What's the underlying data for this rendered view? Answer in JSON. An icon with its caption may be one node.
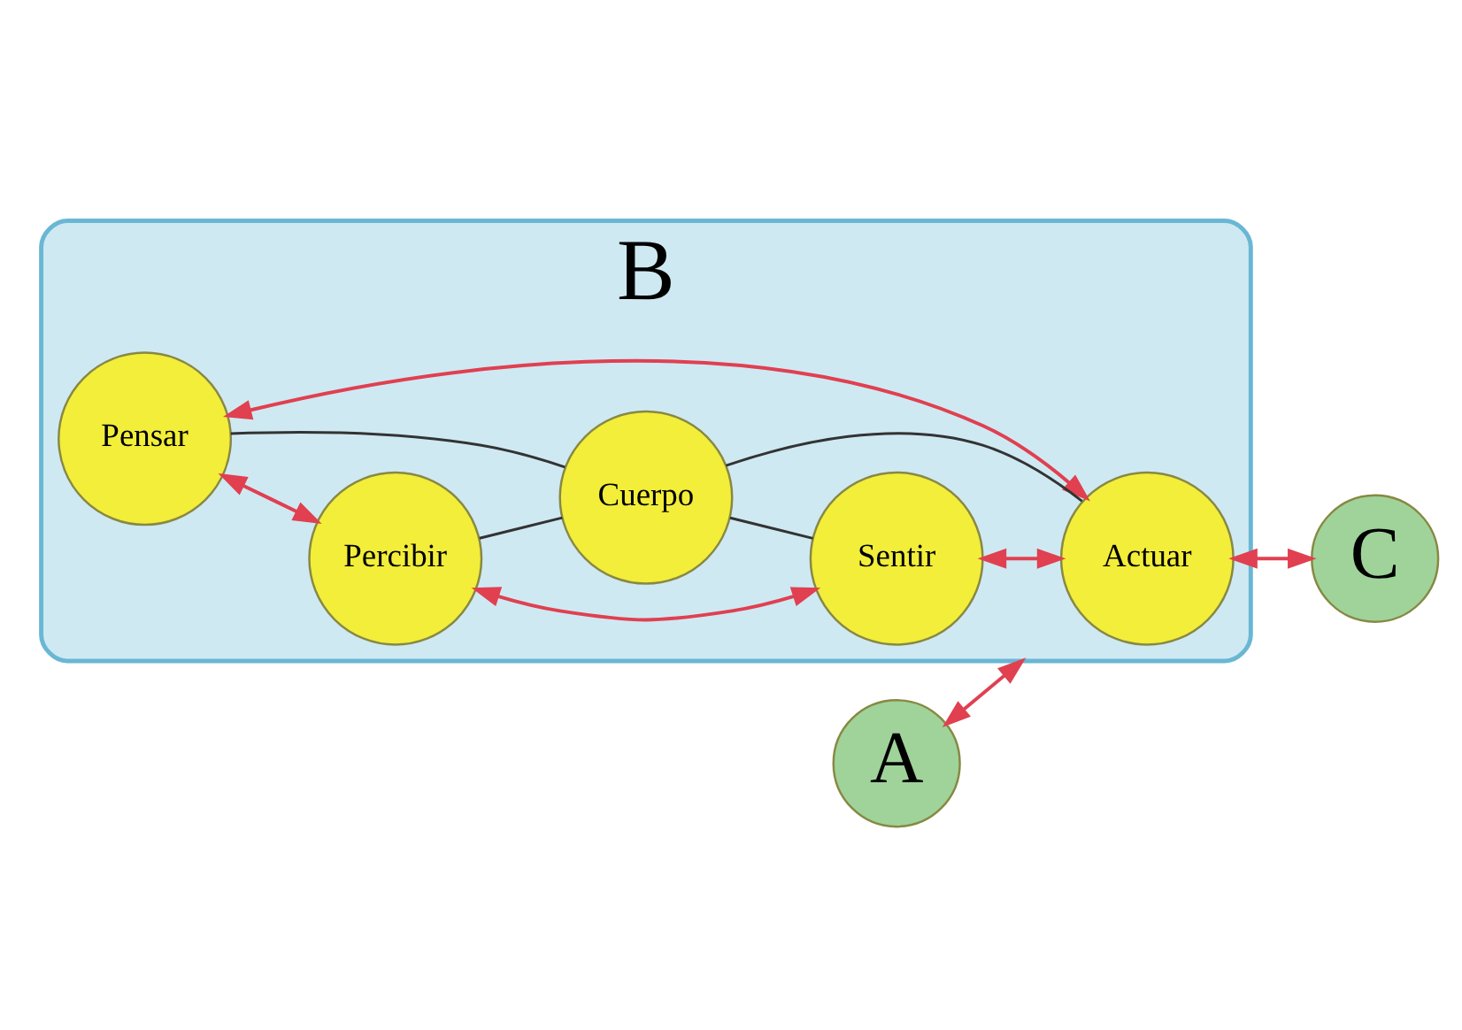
{
  "diagram": {
    "nodes": [
      {
        "text": [
          "B"
        ]
      },
      {
        "text": [
          "Pensar"
        ],
        "in": 0
      },
      {
        "text": [
          "A"
        ]
      },
      {
        "text": [
          "Percibir"
        ],
        "in": 0
      },
      {
        "text": [
          "Cuerpo"
        ],
        "in": 0
      },
      {
        "text": [
          "Actuar"
        ],
        "in": 0
      },
      {
        "text": [
          "C"
        ]
      },
      {
        "text": [
          "Sentir"
        ],
        "in": 0
      }
    ],
    "edges": [
      {
        "from": 2,
        "to": 0,
        "arrow": "both"
      },
      {
        "from": 5,
        "to": 6,
        "arrow": "both"
      },
      {
        "from": 1,
        "to": 3,
        "arrow": "both"
      },
      {
        "from": 1,
        "to": 5,
        "arrow": "both"
      },
      {
        "from": 3,
        "to": 7,
        "arrow": "both"
      },
      {
        "from": 7,
        "to": 5,
        "arrow": "both"
      },
      {
        "from": 4,
        "to": 1,
        "arrow": "none",
        "color": "#333333"
      },
      {
        "from": 3,
        "to": 4,
        "arrow": "none",
        "color": "#333333"
      },
      {
        "from": 4,
        "to": 5,
        "arrow": "none",
        "color": "#333333"
      },
      {
        "from": 4,
        "to": 7,
        "arrow": "none",
        "color": "#333333"
      }
    ]
  }
}
